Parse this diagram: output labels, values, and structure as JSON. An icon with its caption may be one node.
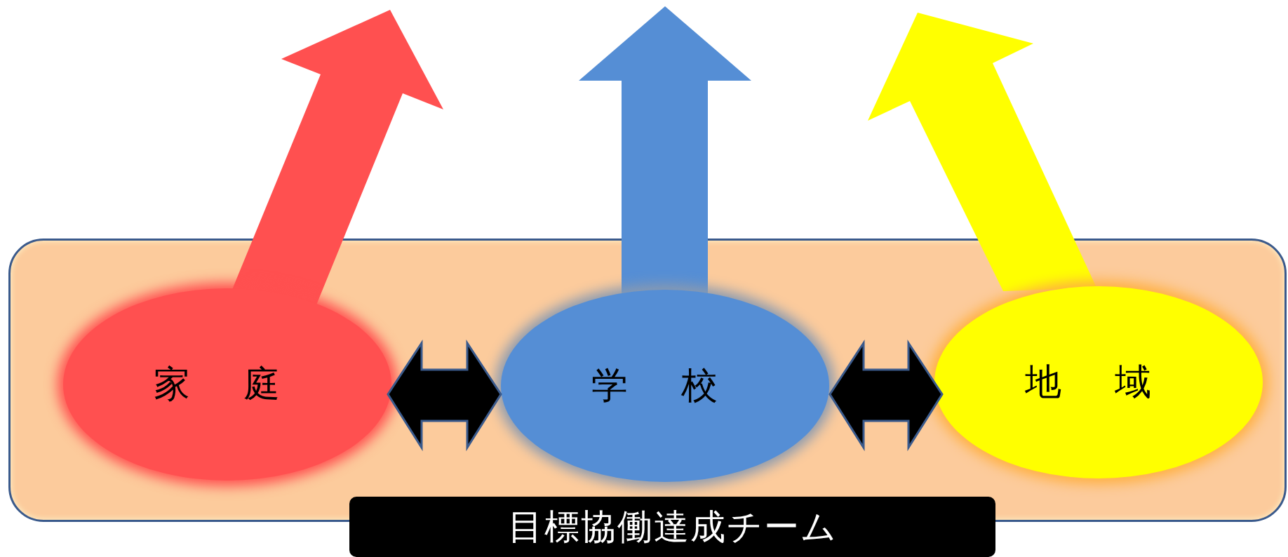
{
  "diagram": {
    "nodes": [
      {
        "text": [],
        "shape": "box"
      },
      {
        "text": [
          "家 庭"
        ],
        "in": 0
      },
      {
        "text": [
          "学 校"
        ],
        "in": 0
      },
      {
        "text": [
          "地 域"
        ],
        "in": 0
      },
      {
        "text": [
          "目標協働達成チーム"
        ]
      }
    ],
    "edges": [
      {
        "from": 1,
        "to": null,
        "arrow": "to",
        "color": "#ff5050"
      },
      {
        "from": 2,
        "to": null,
        "arrow": "to",
        "color": "#558ed5"
      },
      {
        "from": 3,
        "to": null,
        "arrow": "to",
        "color": "#ffff00"
      },
      {
        "from": 1,
        "to": 2,
        "arrow": "both"
      },
      {
        "from": 2,
        "to": 3,
        "arrow": "both"
      }
    ]
  }
}
